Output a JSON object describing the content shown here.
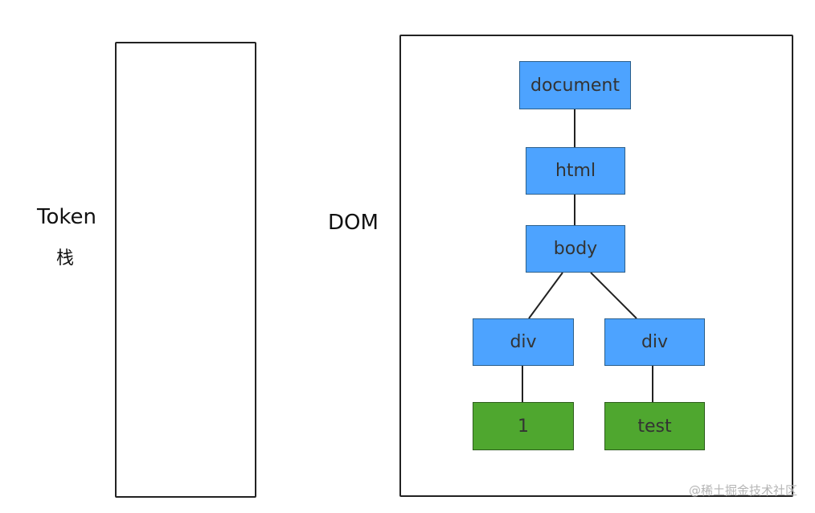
{
  "labels": {
    "token": "Token",
    "stack": "栈",
    "dom": "DOM"
  },
  "tree": {
    "document": "document",
    "html": "html",
    "body": "body",
    "div_left": "div",
    "div_right": "div",
    "text_1": "1",
    "text_test": "test"
  },
  "colors": {
    "element_node": "#4da3ff",
    "text_node": "#4fa72f"
  },
  "watermark": "@稀土掘金技术社区"
}
